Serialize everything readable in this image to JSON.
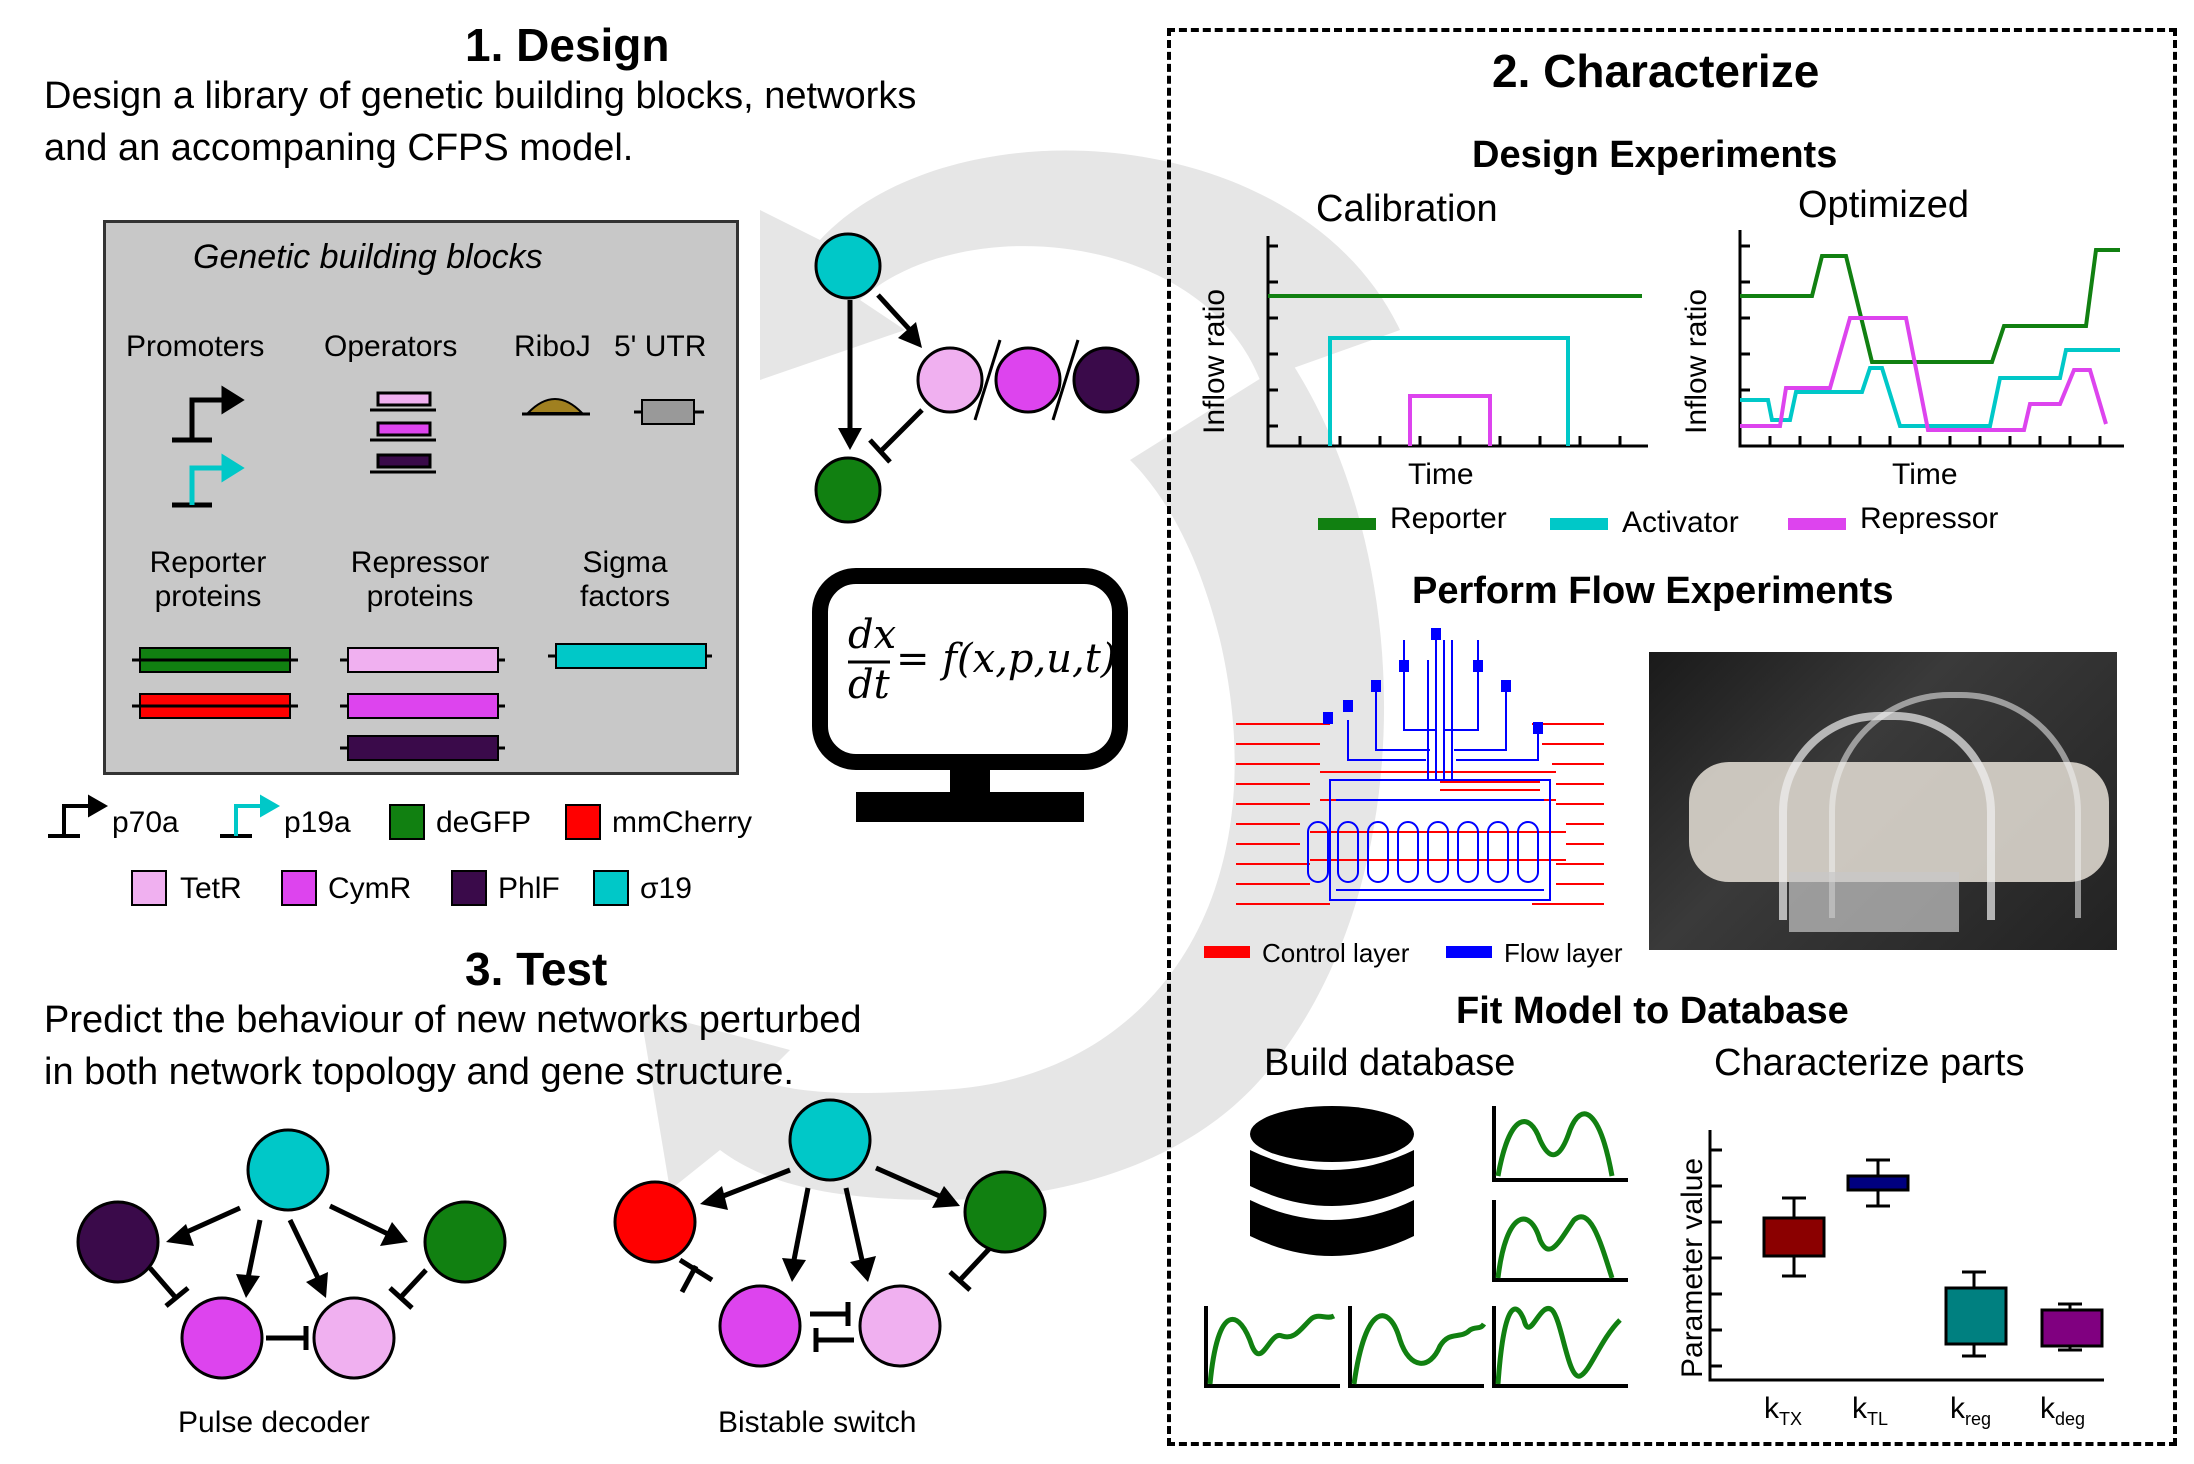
{
  "design": {
    "title": "1. Design",
    "desc_line1": "Design a library of genetic building blocks, networks",
    "desc_line2": "and an accompaning CFPS model.",
    "box_title": "Genetic building blocks",
    "promoters": "Promoters",
    "operators": "Operators",
    "riboj": "RiboJ",
    "utr": "5' UTR",
    "reporter_l1": "Reporter",
    "reporter_l2": "proteins",
    "repressor_l1": "Repressor",
    "repressor_l2": "proteins",
    "sigma_l1": "Sigma",
    "sigma_l2": "factors",
    "equation": "= f(x,p,u,t)",
    "eq_num": "dx",
    "eq_den": "dt"
  },
  "legend": {
    "p70a": "p70a",
    "p19a": "p19a",
    "degfp": "deGFP",
    "mmcherry": "mmCherry",
    "tetr": "TetR",
    "cymr": "CymR",
    "phlf": "PhlF",
    "sigma19": "σ19"
  },
  "test": {
    "title": "3. Test",
    "desc_line1": "Predict the behaviour of new networks perturbed",
    "desc_line2": "in both network topology and gene structure.",
    "pulse": "Pulse decoder",
    "bistable": "Bistable switch"
  },
  "characterize": {
    "title": "2. Characterize",
    "design_exp": "Design Experiments",
    "calibration": "Calibration",
    "optimized": "Optimized",
    "yaxis": "Inflow ratio",
    "xaxis": "Time",
    "leg_reporter": "Reporter",
    "leg_activator": "Activator",
    "leg_repressor": "Repressor",
    "perform": "Perform Flow Experiments",
    "control_layer": "Control layer",
    "flow_layer": "Flow layer",
    "fit": "Fit Model to Database",
    "build_db": "Build database",
    "char_parts": "Characterize parts",
    "param_axis": "Parameter value",
    "k": "k",
    "k_tx": "TX",
    "k_tl": "TL",
    "k_reg": "reg",
    "k_deg": "deg"
  },
  "colors": {
    "cyan": "#00c8c8",
    "green": "#118011",
    "red": "#ff0000",
    "tetr": "#f0b0f0",
    "cymr": "#dd44ee",
    "phlf": "#3a0a4a",
    "grey": "#c8c8c8",
    "darkred": "#8b0000",
    "navy": "#000080",
    "teal": "#008080",
    "purple": "#800080"
  }
}
